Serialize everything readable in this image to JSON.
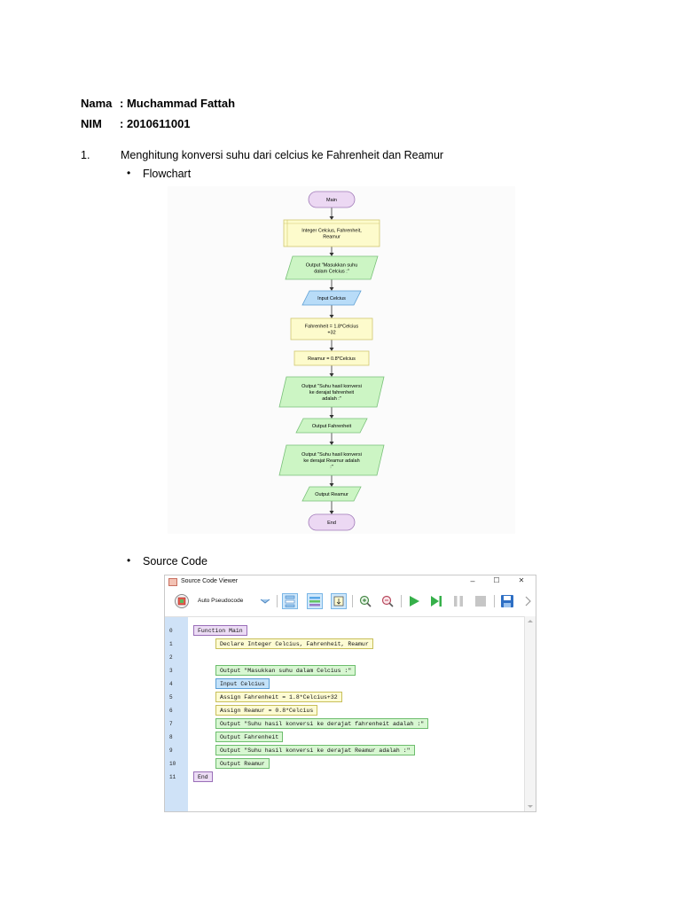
{
  "header": {
    "name_label": "Nama",
    "name_value": ": Muchammad Fattah",
    "nim_label": "NIM",
    "nim_value": ": 2010611001"
  },
  "task": {
    "number": "1.",
    "title": "Menghitung konversi suhu dari celcius ke Fahrenheit dan Reamur",
    "bullet1": "Flowchart",
    "bullet2": "Source Code"
  },
  "flowchart": {
    "nodes": [
      {
        "shape": "terminal",
        "lines": [
          "Main"
        ]
      },
      {
        "shape": "declare",
        "lines": [
          "Integer Celcius, Fahrenheit,",
          "Reamur"
        ]
      },
      {
        "shape": "output",
        "lines": [
          "Output \"Masukkan suhu",
          "dalam Celcius :\""
        ]
      },
      {
        "shape": "input",
        "lines": [
          "Input Celcius"
        ]
      },
      {
        "shape": "assign",
        "lines": [
          "Fahrenheit = 1.8*Celcius",
          "+32"
        ]
      },
      {
        "shape": "assign",
        "lines": [
          "Reamur = 0.8*Celcius"
        ]
      },
      {
        "shape": "output",
        "lines": [
          "Output \"Suhu hasil konversi",
          "ke derajat fahrenheit",
          "adalah :\""
        ]
      },
      {
        "shape": "output",
        "lines": [
          "Output Fahrenheit"
        ]
      },
      {
        "shape": "output",
        "lines": [
          "Output \"Suhu hasil konversi",
          "ke derajat Reamur adalah",
          ":\""
        ]
      },
      {
        "shape": "output",
        "lines": [
          "Output Reamur"
        ]
      },
      {
        "shape": "terminal",
        "lines": [
          "End"
        ]
      }
    ],
    "colors": {
      "terminal_fill": "#ecd8f3",
      "terminal_stroke": "#a07ab8",
      "yellow_fill": "#fdfbcc",
      "yellow_stroke": "#d0c870",
      "green_fill": "#ccf5c4",
      "green_stroke": "#78c078",
      "blue_fill": "#b8dcf8",
      "blue_stroke": "#5d9fd4"
    }
  },
  "viewer": {
    "title": "Source Code Viewer",
    "minimize": "–",
    "maximize": "☐",
    "close": "✕",
    "mode_label": "Auto Pseudocode",
    "line_numbers": [
      "0",
      "1",
      "2",
      "3",
      "4",
      "5",
      "6",
      "7",
      "8",
      "9",
      "10",
      "11"
    ],
    "code": {
      "l0": "Function Main",
      "l1": "Declare Integer Celcius, Fahrenheit, Reamur",
      "l3": "Output \"Masukkan suhu dalam Celcius :\"",
      "l4": "Input Celcius",
      "l5": "Assign Fahrenheit = 1.8*Celcius+32",
      "l6": "Assign Reamur = 0.8*Celcius",
      "l7": "Output \"Suhu hasil konversi ke derajat fahrenheit adalah :\"",
      "l8": "Output Fahrenheit",
      "l9": "Output \"Suhu hasil konversi ke derajat Reamur adalah :\"",
      "l10": "Output Reamur",
      "l11": "End"
    }
  }
}
